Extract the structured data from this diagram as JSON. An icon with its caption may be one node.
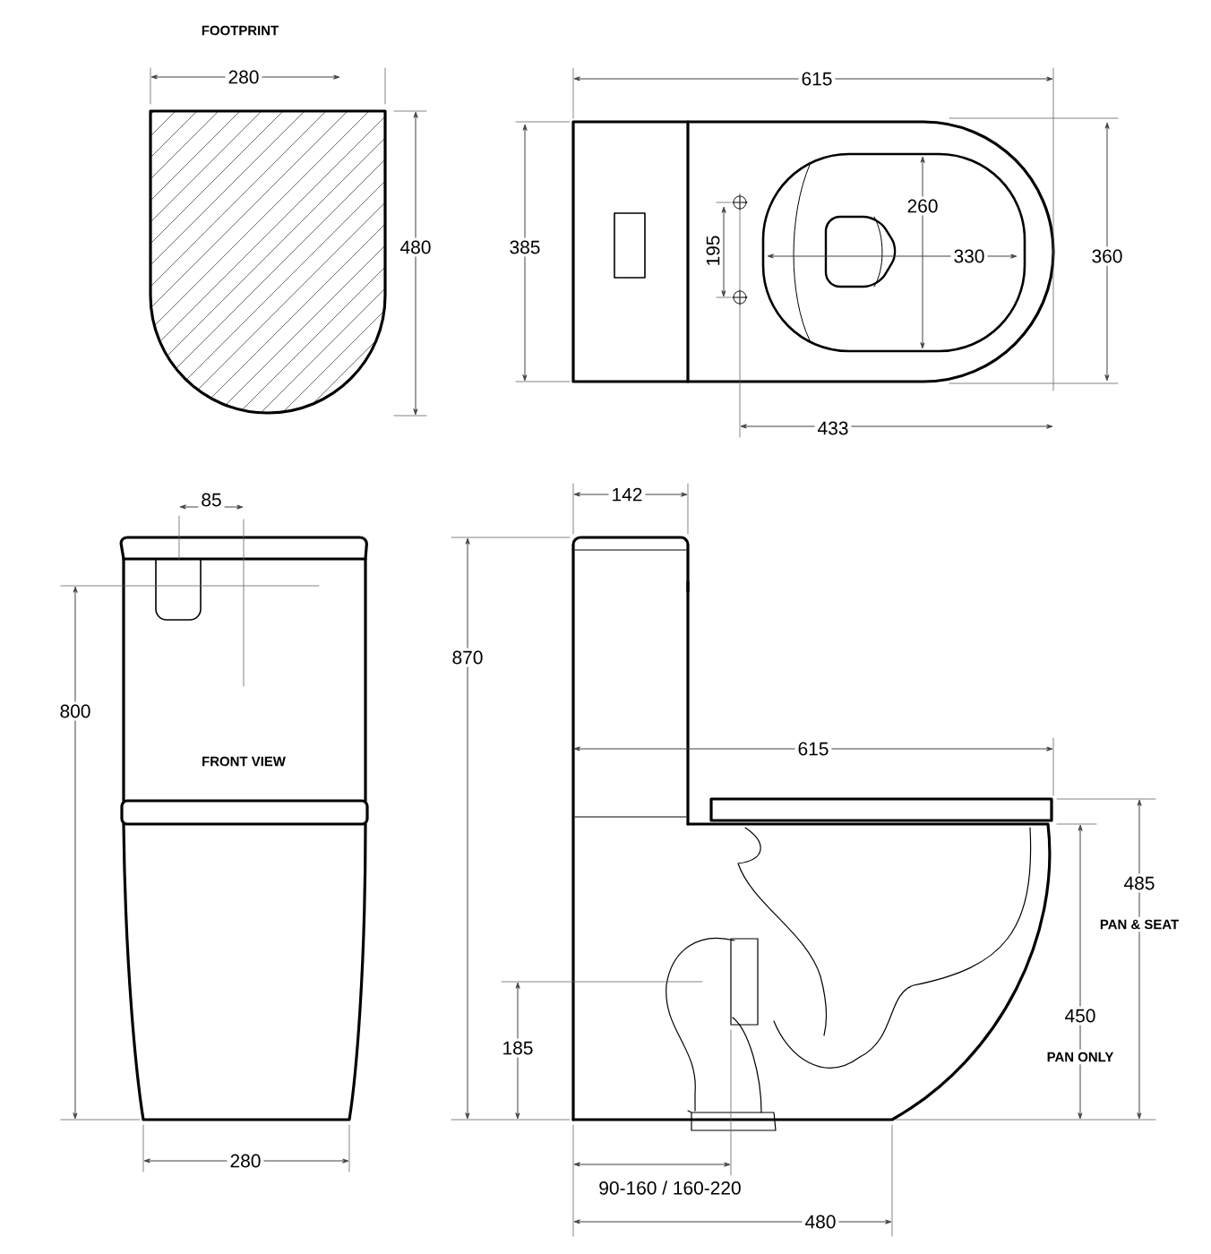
{
  "diagram": {
    "labels": [
      "FOOTPRINT",
      "280",
      "480",
      "615",
      "385",
      "260",
      "195",
      "330",
      "360",
      "433",
      "85",
      "142",
      "870",
      "800",
      "FRONT VIEW",
      "615",
      "485",
      "PAN & SEAT",
      "450",
      "PAN ONLY",
      "185",
      "280",
      "90-160 / 160-220",
      "480"
    ]
  }
}
